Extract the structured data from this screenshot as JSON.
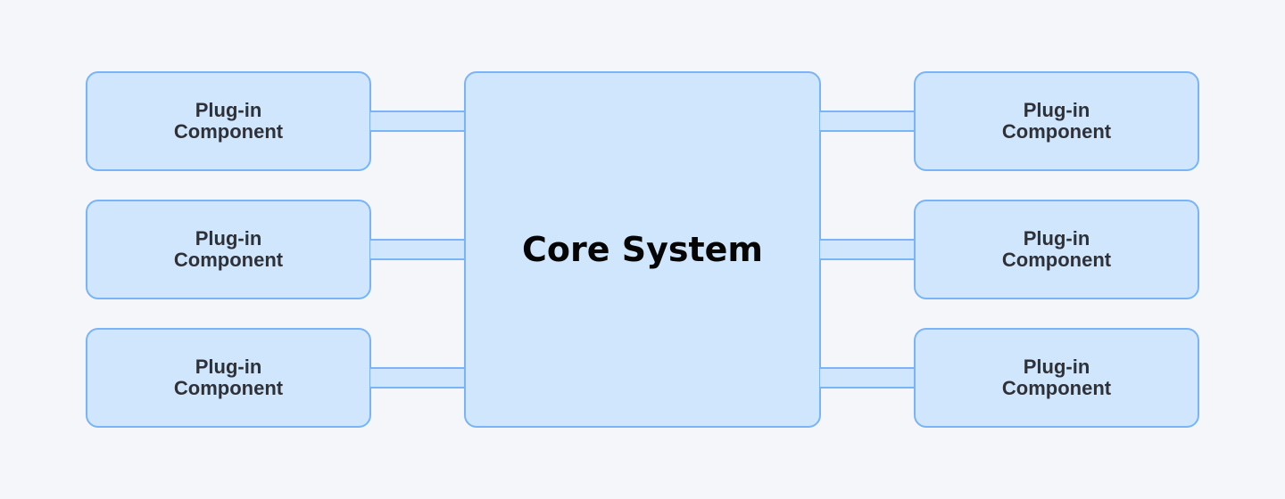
{
  "diagram": {
    "core": {
      "label": "Core System"
    },
    "plugins": {
      "left": [
        {
          "line1": "Plug-in",
          "line2": "Component"
        },
        {
          "line1": "Plug-in",
          "line2": "Component"
        },
        {
          "line1": "Plug-in",
          "line2": "Component"
        }
      ],
      "right": [
        {
          "line1": "Plug-in",
          "line2": "Component"
        },
        {
          "line1": "Plug-in",
          "line2": "Component"
        },
        {
          "line1": "Plug-in",
          "line2": "Component"
        }
      ]
    },
    "colors": {
      "background": "#f4f6fa",
      "box_fill": "#d0e6fd",
      "box_border": "#7ab4f8",
      "plugin_text": "#2e3138",
      "core_text": "#050505"
    }
  }
}
